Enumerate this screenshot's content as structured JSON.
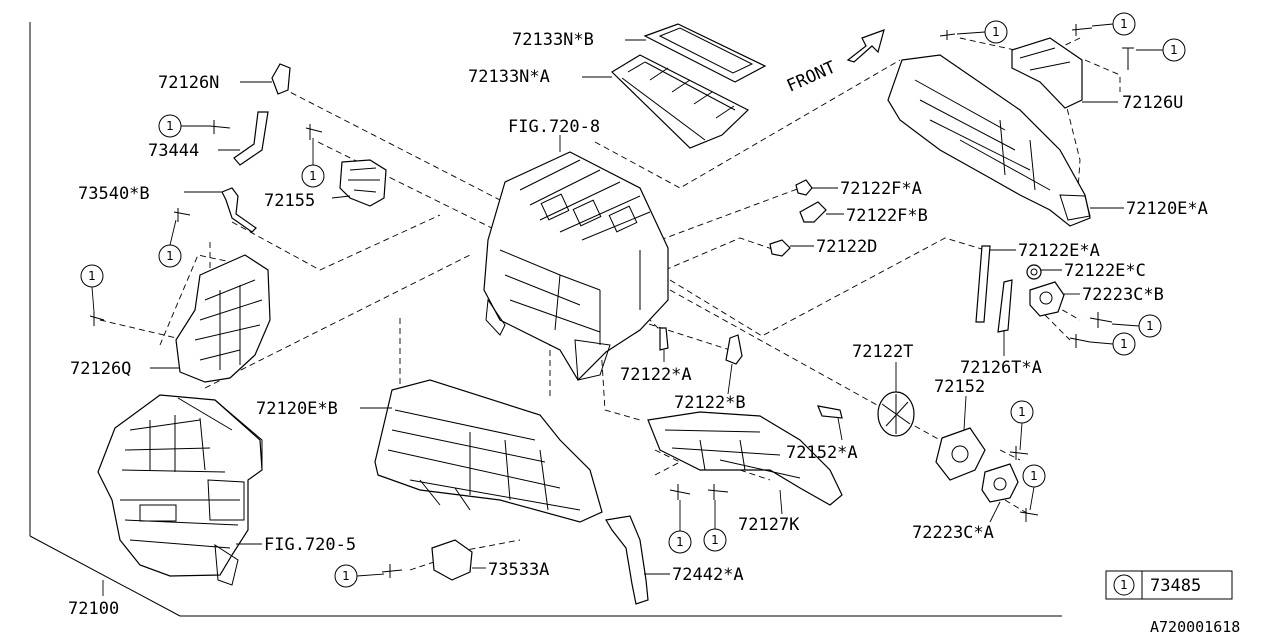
{
  "diagram": {
    "figure_code": "A720001618",
    "callout_symbol": "1",
    "legend": {
      "symbol": "1",
      "part_number": "73485"
    },
    "labels": {
      "p72133n_b": "72133N*B",
      "p72133n_a": "72133N*A",
      "p72126n": "72126N",
      "fig720_8": "FIG.720-8",
      "front": "FRONT",
      "p72126u": "72126U",
      "p73444": "73444",
      "p72155": "72155",
      "p73540_b": "73540*B",
      "p72122f_a": "72122F*A",
      "p72122f_b": "72122F*B",
      "p72120e_a": "72120E*A",
      "p72122d": "72122D",
      "p72122e_a": "72122E*A",
      "p72122e_c": "72122E*C",
      "p72223c_b": "72223C*B",
      "p72126q": "72126Q",
      "p72122t": "72122T",
      "p72126t_a": "72126T*A",
      "p72122_a": "72122*A",
      "p72152": "72152",
      "p72120e_b": "72120E*B",
      "p72122_b": "72122*B",
      "p72152_a": "72152*A",
      "p72127k": "72127K",
      "p72223c_a": "72223C*A",
      "fig720_5": "FIG.720-5",
      "p73533a": "73533A",
      "p72442_a": "72442*A",
      "p72100": "72100"
    }
  }
}
